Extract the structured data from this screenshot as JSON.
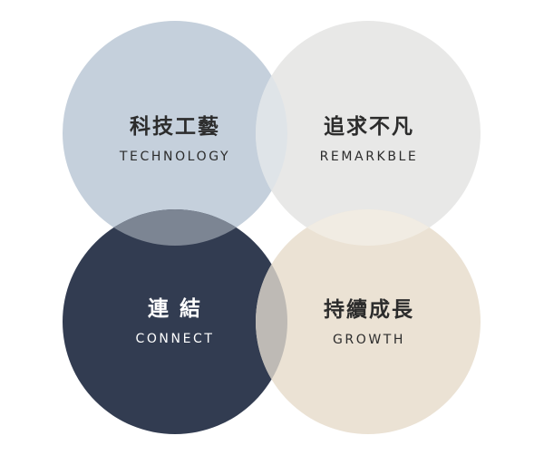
{
  "circles": [
    {
      "id": "tl",
      "zh": "科技工藝",
      "en": "TECHNOLOGY",
      "color": "#c5d0dc"
    },
    {
      "id": "tr",
      "zh": "追求不凡",
      "en": "REMARKBLE",
      "color": "#e8e8e7"
    },
    {
      "id": "bl",
      "zh": "連 結",
      "en": "CONNECT",
      "color": "#323c51"
    },
    {
      "id": "br",
      "zh": "持續成長",
      "en": "GROWTH",
      "color": "#ebe2d4"
    }
  ],
  "overlap_colors": {
    "top": "#dfe4e8",
    "left": "#7c8593",
    "right": "#bebab5",
    "bottom": "#f1ece3"
  },
  "text_colors": {
    "dark": "#2c2c2c",
    "light": "#ffffff"
  }
}
